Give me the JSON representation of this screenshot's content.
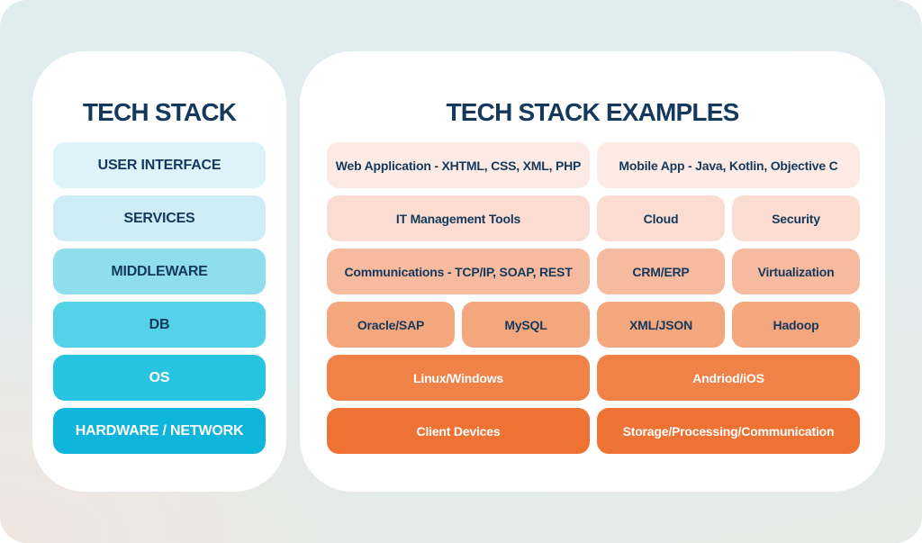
{
  "colors": {
    "title_text": "#14395c",
    "navy_text": "#14395c",
    "white_text": "#ffffff",
    "card_bg": "#ffffff",
    "blue_1": "#ddf3f9",
    "blue_2": "#cdecf6",
    "blue_3": "#8fdeed",
    "blue_4": "#55d2e8",
    "blue_5": "#29c3e2",
    "blue_6": "#0fb5da",
    "peach_1": "#fcebe4",
    "peach_2": "#fbdcd0",
    "peach_3": "#f6ba9f",
    "peach_4": "#f4a67c",
    "peach_5": "#f08147",
    "peach_6": "#ee7233"
  },
  "left_panel": {
    "title": "TECH STACK",
    "layers": [
      {
        "label": "USER INTERFACE",
        "bg": "#ddf3f9",
        "fg": "#14395c"
      },
      {
        "label": "SERVICES",
        "bg": "#cdecf6",
        "fg": "#14395c"
      },
      {
        "label": "MIDDLEWARE",
        "bg": "#8fdeed",
        "fg": "#14395c"
      },
      {
        "label": "DB",
        "bg": "#55d2e8",
        "fg": "#14395c"
      },
      {
        "label": "OS",
        "bg": "#29c3e2",
        "fg": "#ffffff"
      },
      {
        "label": "HARDWARE / NETWORK",
        "bg": "#0fb5da",
        "fg": "#ffffff"
      }
    ]
  },
  "right_panel": {
    "title": "TECH STACK EXAMPLES",
    "rows": [
      {
        "bg": "#fcebe4",
        "fg": "#14395c",
        "cells": [
          {
            "label": "Web Application - XHTML, CSS, XML, PHP"
          },
          {
            "label": "Mobile App - Java, Kotlin, Objective C"
          }
        ]
      },
      {
        "bg": "#fbdcd0",
        "fg": "#14395c",
        "cells": [
          {
            "label": "IT Management Tools"
          },
          {
            "label": "Cloud"
          },
          {
            "label": "Security"
          }
        ]
      },
      {
        "bg": "#f6ba9f",
        "fg": "#14395c",
        "cells": [
          {
            "label": "Communications - TCP/IP, SOAP, REST"
          },
          {
            "label": "CRM/ERP"
          },
          {
            "label": "Virtualization"
          }
        ]
      },
      {
        "bg": "#f4a67c",
        "fg": "#14395c",
        "cells": [
          {
            "label": "Oracle/SAP"
          },
          {
            "label": "MySQL"
          },
          {
            "label": "XML/JSON"
          },
          {
            "label": "Hadoop"
          }
        ]
      },
      {
        "bg": "#f08147",
        "fg": "#ffffff",
        "cells": [
          {
            "label": "Linux/Windows"
          },
          {
            "label": "Andriod/iOS"
          }
        ]
      },
      {
        "bg": "#ee7233",
        "fg": "#ffffff",
        "cells": [
          {
            "label": "Client Devices"
          },
          {
            "label": "Storage/Processing/Communication"
          }
        ]
      }
    ]
  }
}
